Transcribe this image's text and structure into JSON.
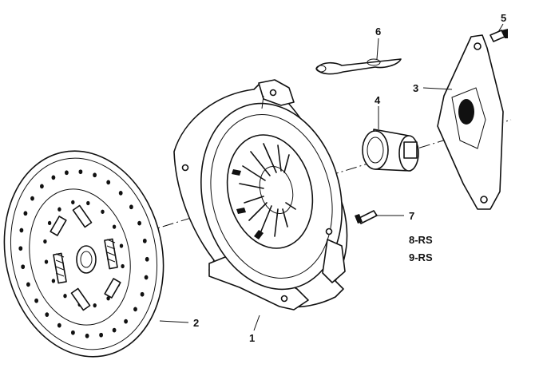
{
  "callouts": {
    "part1": "1",
    "part2": "2",
    "part3": "3",
    "part4": "4",
    "part5": "5",
    "part6": "6",
    "part7": "7",
    "part8": "8-RS",
    "part9": "9-RS"
  },
  "colors": {
    "ink": "#111111",
    "paper": "#ffffff"
  },
  "icons": {
    "clutch_disc": "clutch-disc-drawing",
    "pressure_plate": "pressure-plate-drawing",
    "release_lever": "release-lever-drawing",
    "release_bearing": "release-bearing-drawing",
    "pin": "pin-drawing",
    "spring_clip": "spring-clip-drawing",
    "bolt": "bolt-drawing"
  }
}
